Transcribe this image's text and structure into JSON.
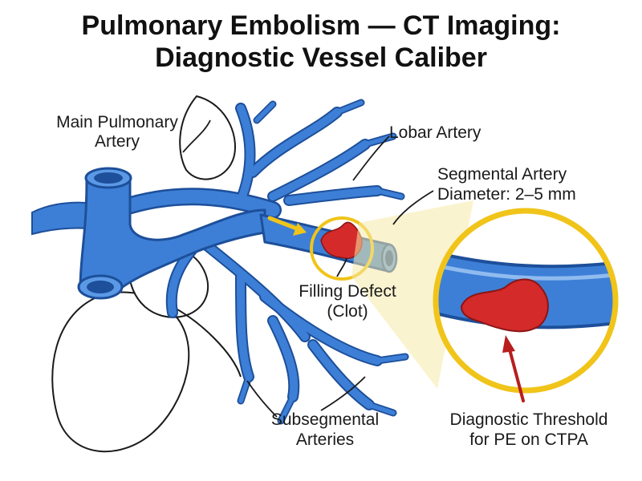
{
  "title": {
    "line1": "Pulmonary Embolism — CT Imaging:",
    "line2": "Diagnostic Vessel Caliber"
  },
  "labels": {
    "main_pa_1": "Main Pulmonary",
    "main_pa_2": "Artery",
    "lobar": "Lobar Artery",
    "segmental_1": "Segmental Artery",
    "segmental_2": "Diameter: 2–5 mm",
    "filling_1": "Filling Defect",
    "filling_2": "(Clot)",
    "subseg_1": "Subsegmental",
    "subseg_2": "Arteries",
    "threshold_1": "Diagnostic Threshold",
    "threshold_2": "for PE on CTPA"
  },
  "colors": {
    "vessel": "#3d7fd6",
    "vessel_dark": "#1d4f9a",
    "clot": "#d42a2a",
    "magnifier_ring": "#f0c419",
    "flow_arrow": "#f0c419",
    "pointer_arrow": "#b81e1e"
  },
  "icons": {
    "flow": "yellow-flow-arrow",
    "pointer": "red-pointer-arrow",
    "magnifier": "magnifier-circle"
  }
}
